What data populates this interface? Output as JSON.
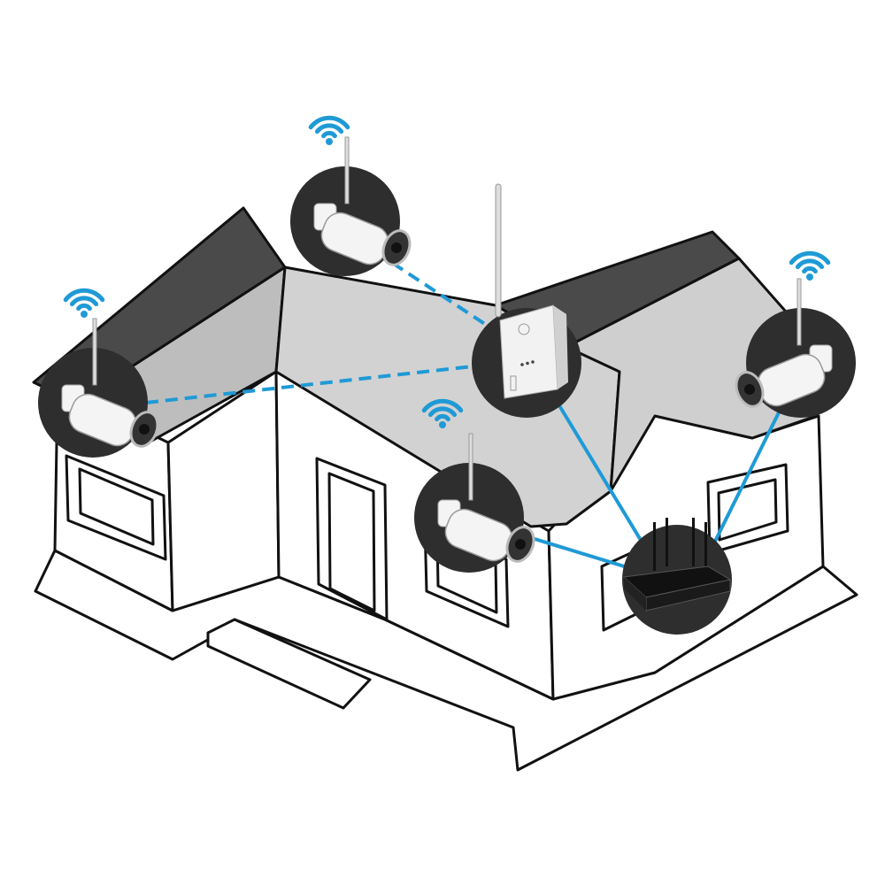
{
  "colors": {
    "signal": "#1f9ad6",
    "roof_dark": "#4a4a4a",
    "roof_light": "#cfcfcf",
    "roof_mid": "#bdbdbd",
    "device_badge": "#2e2e2e",
    "outline": "#111111",
    "camera_body": "#f4f4f4"
  },
  "devices": [
    {
      "id": "camera-top",
      "icon": "wifi-camera-icon"
    },
    {
      "id": "camera-left",
      "icon": "wifi-camera-icon"
    },
    {
      "id": "camera-front",
      "icon": "wifi-camera-icon"
    },
    {
      "id": "camera-right",
      "icon": "wifi-camera-icon"
    },
    {
      "id": "repeater",
      "icon": "wifi-repeater-icon"
    },
    {
      "id": "nvr",
      "icon": "nvr-recorder-icon"
    }
  ],
  "connections": [
    {
      "from": "camera-top",
      "to": "repeater",
      "style": "dashed"
    },
    {
      "from": "camera-left",
      "to": "repeater",
      "style": "dashed"
    },
    {
      "from": "repeater",
      "to": "nvr",
      "style": "solid"
    },
    {
      "from": "camera-front",
      "to": "nvr",
      "style": "solid"
    },
    {
      "from": "camera-right",
      "to": "nvr",
      "style": "solid"
    }
  ]
}
